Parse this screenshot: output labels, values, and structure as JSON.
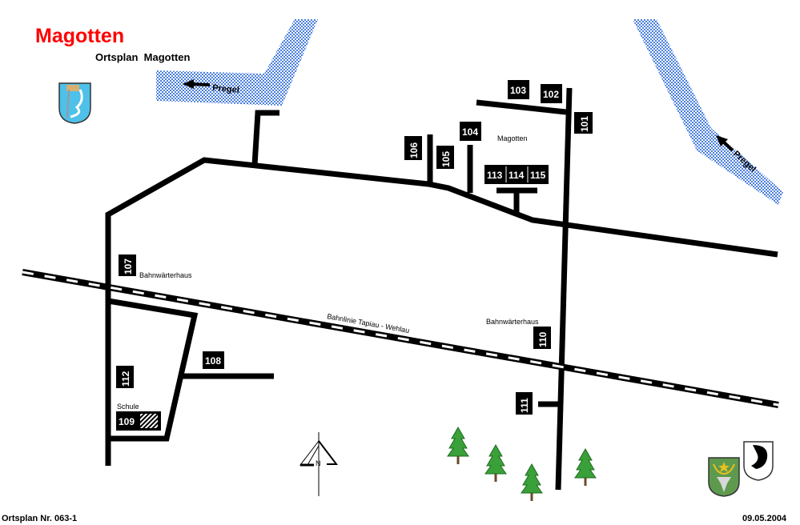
{
  "title": "Magotten",
  "subtitle": "Ortsplan  Magotten",
  "river_labels": [
    "Pregel",
    "Pregel"
  ],
  "place_labels": {
    "village": "Magotten",
    "bahnwaerterhaus_west": "Bahnwärterhaus",
    "bahnwaerterhaus_east": "Bahnwärterhaus",
    "school": "Schule",
    "railway": "Bahnlinie Tapiau - Wehlau"
  },
  "house_numbers": {
    "n101": "101",
    "n102": "102",
    "n103": "103",
    "n104": "104",
    "n105": "105",
    "n106": "106",
    "n107": "107",
    "n108": "108",
    "n109": "109",
    "n110": "110",
    "n111": "111",
    "n112": "112",
    "n113": "113",
    "n114": "114",
    "n115": "115"
  },
  "compass": "N",
  "footer": {
    "plan_number": "Ortsplan Nr. 063-1",
    "date": "09.05.2004"
  },
  "colors": {
    "title": "#ff0000",
    "water": "#4a7fe0",
    "tree": "#3aa03a"
  }
}
